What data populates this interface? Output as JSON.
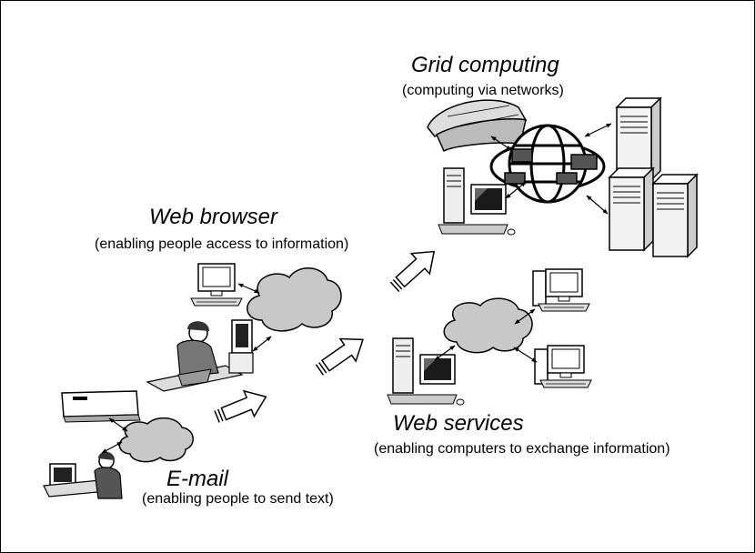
{
  "grid": {
    "title": "Grid computing",
    "subtitle": "(computing via networks)"
  },
  "web_browser": {
    "title": "Web browser",
    "subtitle": "(enabling people access to information)"
  },
  "web_services": {
    "title": "Web services",
    "subtitle": "(enabling computers to exchange information)"
  },
  "email": {
    "title": "E-mail",
    "subtitle": "(enabling people to send text)"
  },
  "icons": [
    "cloud-icon",
    "globe-icon",
    "server-tower-icon",
    "desktop-computer-icon",
    "workstation-icon",
    "person-at-computer-icon",
    "envelope-icon",
    "satellite-dish-icon",
    "progression-arrow-icon"
  ],
  "colors": {
    "cloud_fill": "#c8c8c8",
    "stroke": "#000000",
    "monitor_screen": "#1a1a1a",
    "background": "#ffffff"
  }
}
